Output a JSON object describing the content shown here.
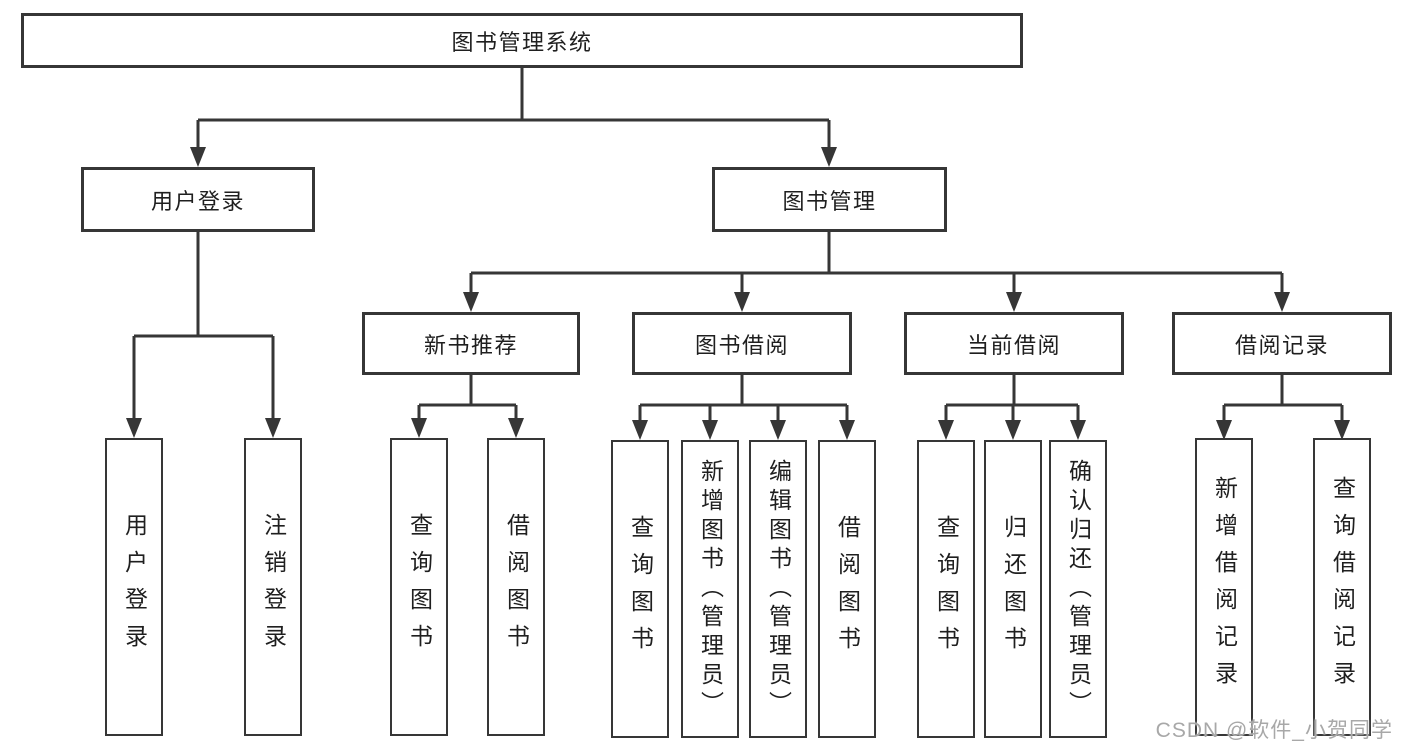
{
  "nodes": {
    "root": "图书管理系统",
    "level2": {
      "userLogin": "用户登录",
      "bookMgmt": "图书管理"
    },
    "level3": {
      "recommend": "新书推荐",
      "borrow": "图书借阅",
      "current": "当前借阅",
      "records": "借阅记录"
    },
    "leaves": {
      "login": [
        "用户登录",
        "注销登录"
      ],
      "recommend": [
        "查询图书",
        "借阅图书"
      ],
      "borrow": [
        "查询图书",
        "新增图书（管理员）",
        "编辑图书（管理员）",
        "借阅图书"
      ],
      "current": [
        "查询图书",
        "归还图书",
        "确认归还（管理员）"
      ],
      "records": [
        "新增借阅记录",
        "查询借阅记录"
      ]
    }
  },
  "watermark": "CSDN @软件_小贺同学",
  "colors": {
    "line": "#363636",
    "text": "#1f1f1f",
    "watermark": "#a8a8a8",
    "background": "#ffffff"
  }
}
